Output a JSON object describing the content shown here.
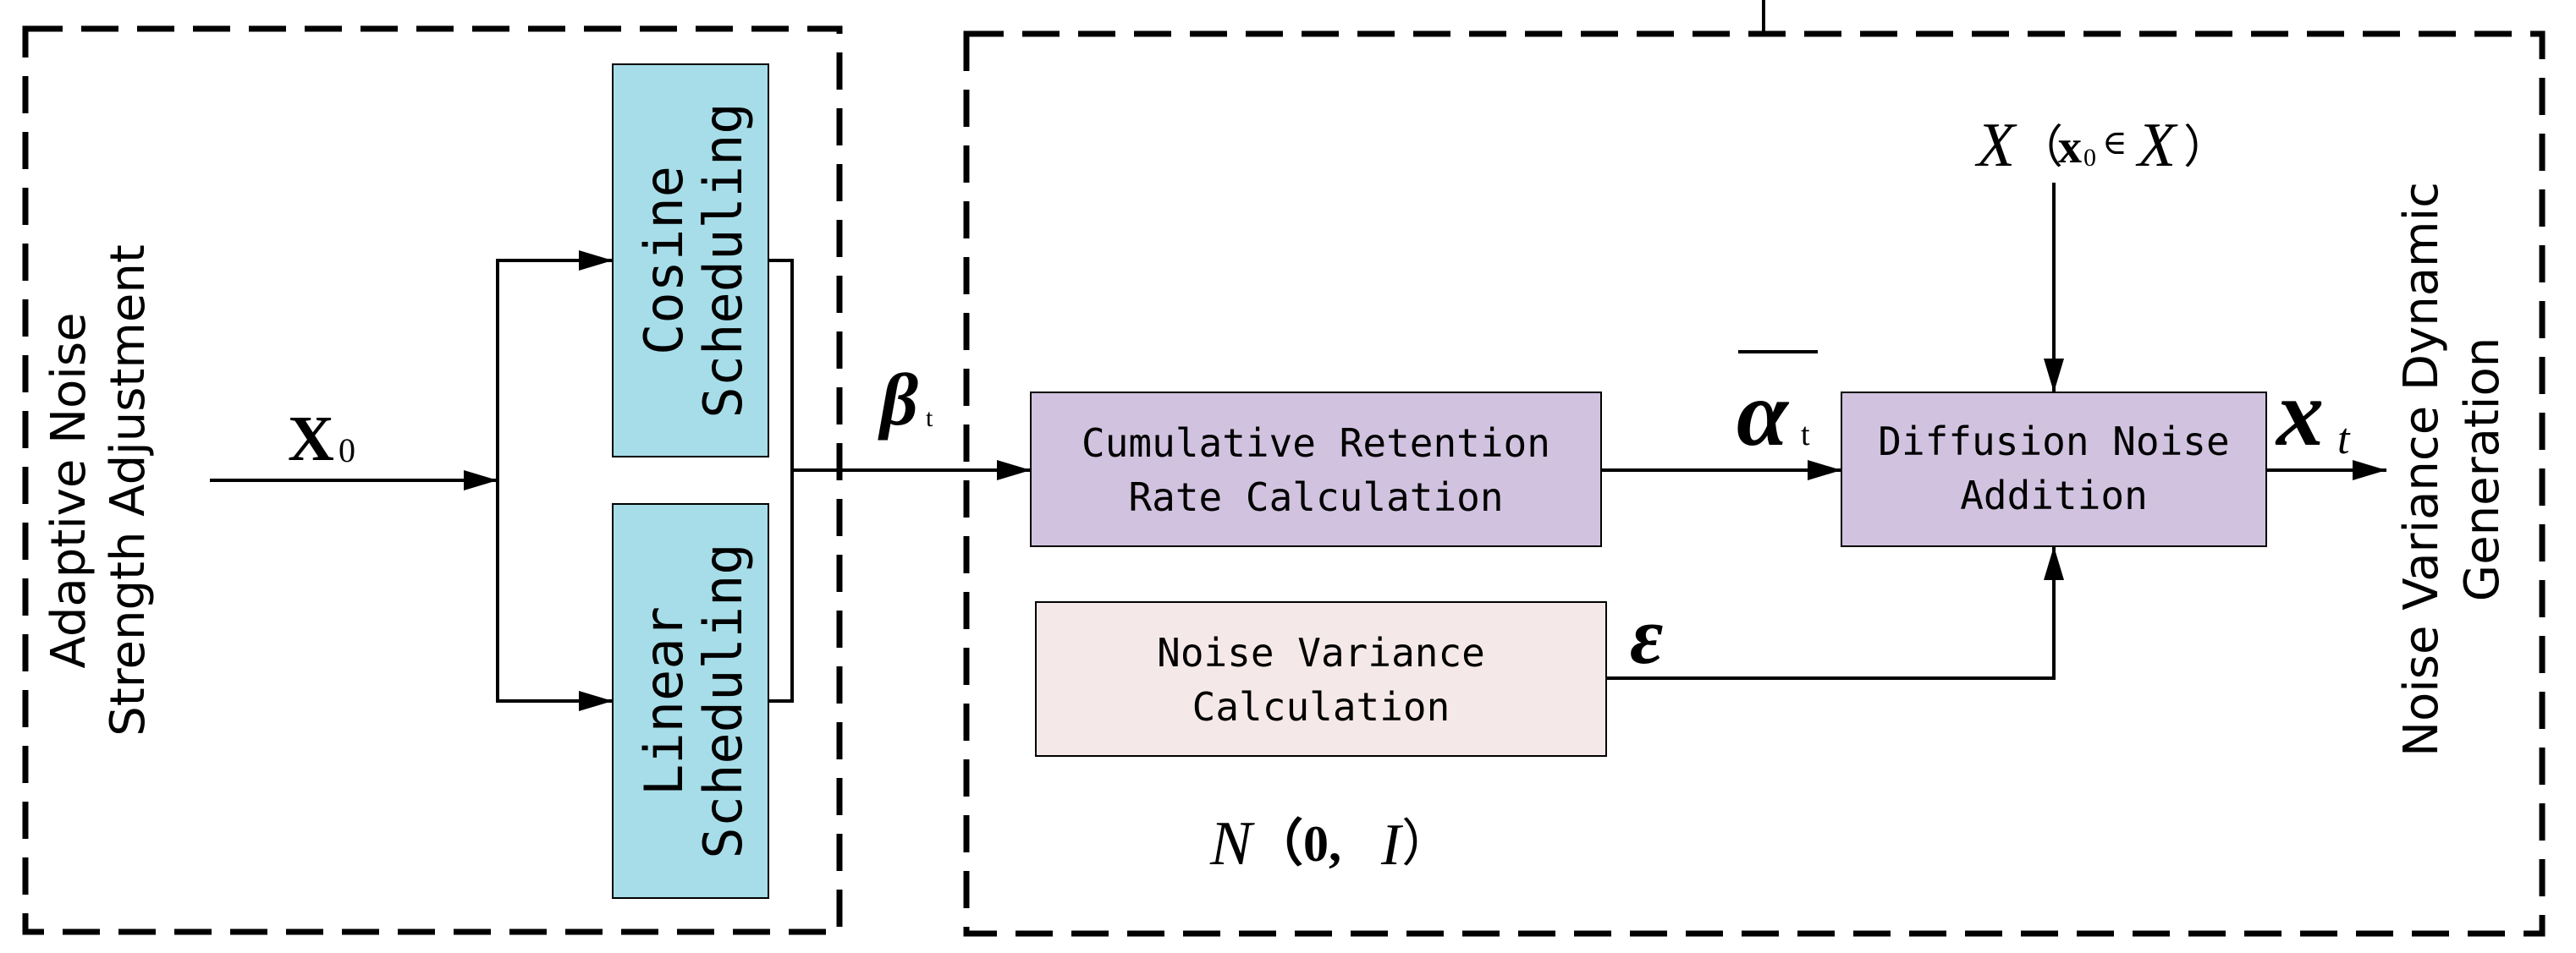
{
  "colors": {
    "scheduling_box": "#A7DDE8",
    "calc_box": "#D1C3DF",
    "variance_box": "#F5E8E8",
    "stroke": "#000000"
  },
  "sections": {
    "left_label_line1": "Adaptive Noise",
    "left_label_line2": "Strength Adjustment",
    "right_label_line1": "Noise Variance Dynamic",
    "right_label_line2": "Generation"
  },
  "blocks": {
    "cosine_line1": "Cosine",
    "cosine_line2": "Scheduling",
    "linear_line1": "Linear",
    "linear_line2": "Scheduling",
    "cumulative_line1": "Cumulative Retention",
    "cumulative_line2": "Rate Calculation",
    "diffusion_line1": "Diffusion Noise",
    "diffusion_line2": "Addition",
    "variance_line1": "Noise Variance",
    "variance_line2": "Calculation"
  },
  "symbols": {
    "x0_main": "X",
    "x0_sub": "0",
    "beta_main": "β",
    "beta_sub": "t",
    "alpha_main": "α",
    "alpha_sub": "t",
    "xt_main": "x",
    "xt_sub": "t",
    "epsilon": "ε",
    "dataset_x": "X",
    "dataset_paren_open": "（",
    "dataset_member": "x",
    "dataset_member_sub": "0",
    "dataset_in": "∈",
    "dataset_x2": "X",
    "dataset_paren_close": "）",
    "normal_n": "N",
    "normal_args": "（0,",
    "normal_i": "I",
    "normal_close": "）"
  }
}
